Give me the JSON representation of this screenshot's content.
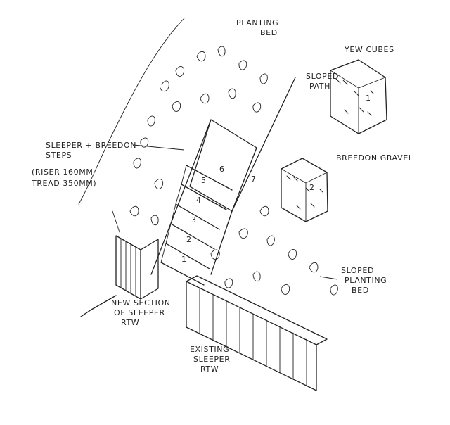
{
  "labels": {
    "planting_bed": [
      "PLANTING",
      "BED"
    ],
    "yew_cubes": "YEW CUBES",
    "sloped_path": [
      "SLOPED",
      "PATH"
    ],
    "steps": [
      "SLEEPER + BREEDON",
      "STEPS",
      "(RISER 160MM",
      "TREAD 350MM)"
    ],
    "breedon_gravel": "BREEDON GRAVEL",
    "sloped_planting_bed": [
      "SLOPED",
      "PLANTING",
      "BED"
    ],
    "new_section": [
      "NEW SECTION",
      "OF SLEEPER",
      "RTW"
    ],
    "existing": [
      "EXISTING",
      "SLEEPER",
      "RTW"
    ]
  },
  "step_numbers": [
    "1",
    "2",
    "3",
    "4",
    "5",
    "6",
    "7"
  ],
  "cube_numbers": [
    "1",
    "2"
  ],
  "ink_color": "#222222"
}
